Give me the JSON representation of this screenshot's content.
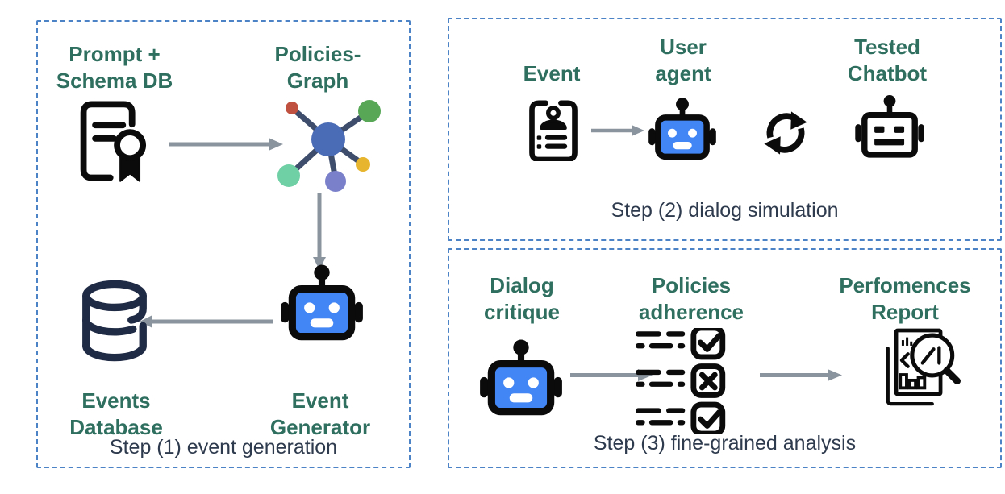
{
  "colors": {
    "panel_border": "#4C82C6",
    "label_text": "#2E6F5F",
    "caption_text": "#2E3A4D",
    "arrow": "#8A949E",
    "icon_black": "#0B0B0B",
    "robot_face": "#4285F4",
    "robot_eye": "#FFFFFF",
    "database": "#1F2A44",
    "graph_edge": "#3D4D6B",
    "graph_center": "#4A6BB5",
    "graph_red": "#C0503F",
    "graph_green": "#57A757",
    "graph_mint": "#6FCFA5",
    "graph_purple": "#7B80CA",
    "graph_yellow": "#E7B52E"
  },
  "icons": {
    "certificate": "document-with-award-seal",
    "policies_graph": "network-graph-nodes",
    "robot": "robot-head-blue-face",
    "database": "database-cylinder",
    "event_card": "id-card-profile",
    "sync": "cycle-refresh-arrows",
    "tested_chatbot": "robot-head-outline",
    "checklist": "dashed-list-with-checkboxes",
    "report": "document-with-magnifier"
  },
  "step1": {
    "caption": "Step (1) event generation",
    "prompt_schema": {
      "line1": "Prompt +",
      "line2": "Schema DB"
    },
    "policies_graph": {
      "line1": "Policies-",
      "line2": "Graph"
    },
    "events_database": {
      "line1": "Events",
      "line2": "Database"
    },
    "event_generator": {
      "line1": "Event",
      "line2": "Generator"
    }
  },
  "step2": {
    "caption": "Step (2) dialog simulation",
    "event": {
      "line1": "Event",
      "line2": ""
    },
    "user_agent": {
      "line1": "User",
      "line2": "agent"
    },
    "tested_chatbot": {
      "line1": "Tested",
      "line2": "Chatbot"
    }
  },
  "step3": {
    "caption": "Step (3) fine-grained analysis",
    "dialog_critique": {
      "line1": "Dialog",
      "line2": "critique"
    },
    "policies_adherence": {
      "line1": "Policies",
      "line2": "adherence",
      "checks": [
        "check",
        "cross",
        "check"
      ]
    },
    "performance_report": {
      "line1": "Perfomences",
      "line2": "Report"
    }
  }
}
